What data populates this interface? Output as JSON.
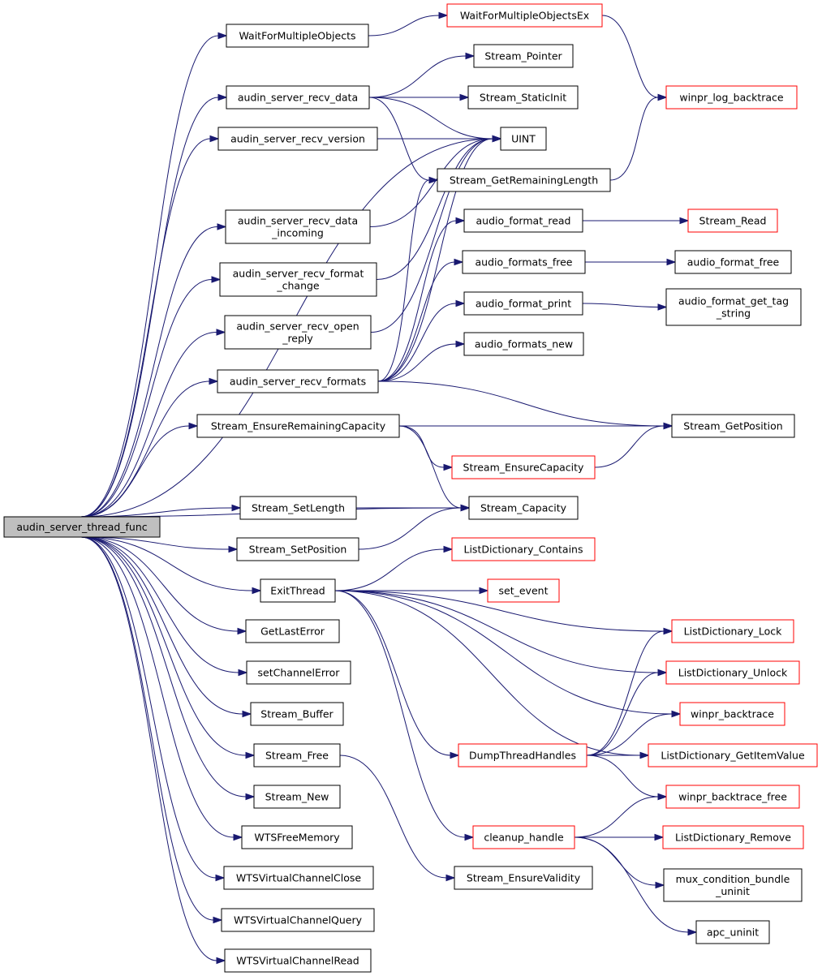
{
  "colors": {
    "edge": "#191970",
    "normal_border": "#000000",
    "truncated_border": "#ff0000",
    "root_fill": "#bfbfbf",
    "node_fill": "#ffffff"
  },
  "nodes": [
    {
      "id": "root",
      "lines": [
        "audin_server_thread_func"
      ],
      "style": "root"
    },
    {
      "id": "wfmo",
      "lines": [
        "WaitForMultipleObjects"
      ],
      "style": "normal"
    },
    {
      "id": "wfmoex",
      "lines": [
        "WaitForMultipleObjectsEx"
      ],
      "style": "truncated"
    },
    {
      "id": "wlb",
      "lines": [
        "winpr_log_backtrace"
      ],
      "style": "truncated"
    },
    {
      "id": "asrd",
      "lines": [
        "audin_server_recv_data"
      ],
      "style": "normal"
    },
    {
      "id": "sptr",
      "lines": [
        "Stream_Pointer"
      ],
      "style": "normal"
    },
    {
      "id": "ssi",
      "lines": [
        "Stream_StaticInit"
      ],
      "style": "normal"
    },
    {
      "id": "asrv",
      "lines": [
        "audin_server_recv_version"
      ],
      "style": "normal"
    },
    {
      "id": "uint",
      "lines": [
        "UINT"
      ],
      "style": "normal"
    },
    {
      "id": "sgrl",
      "lines": [
        "Stream_GetRemainingLength"
      ],
      "style": "normal"
    },
    {
      "id": "asrdi",
      "lines": [
        "audin_server_recv_data",
        "_incoming"
      ],
      "style": "normal"
    },
    {
      "id": "afr",
      "lines": [
        "audio_format_read"
      ],
      "style": "normal"
    },
    {
      "id": "sread",
      "lines": [
        "Stream_Read"
      ],
      "style": "truncated"
    },
    {
      "id": "asrfc",
      "lines": [
        "audin_server_recv_format",
        "_change"
      ],
      "style": "normal"
    },
    {
      "id": "afsfree",
      "lines": [
        "audio_formats_free"
      ],
      "style": "normal"
    },
    {
      "id": "affree",
      "lines": [
        "audio_format_free"
      ],
      "style": "normal"
    },
    {
      "id": "asror",
      "lines": [
        "audin_server_recv_open",
        "_reply"
      ],
      "style": "normal"
    },
    {
      "id": "afp",
      "lines": [
        "audio_format_print"
      ],
      "style": "normal"
    },
    {
      "id": "afgts",
      "lines": [
        "audio_format_get_tag",
        "_string"
      ],
      "style": "normal"
    },
    {
      "id": "afnew",
      "lines": [
        "audio_formats_new"
      ],
      "style": "normal"
    },
    {
      "id": "asrf",
      "lines": [
        "audin_server_recv_formats"
      ],
      "style": "normal"
    },
    {
      "id": "serc",
      "lines": [
        "Stream_EnsureRemainingCapacity"
      ],
      "style": "normal"
    },
    {
      "id": "sgp",
      "lines": [
        "Stream_GetPosition"
      ],
      "style": "normal"
    },
    {
      "id": "sec",
      "lines": [
        "Stream_EnsureCapacity"
      ],
      "style": "truncated"
    },
    {
      "id": "ssl",
      "lines": [
        "Stream_SetLength"
      ],
      "style": "normal"
    },
    {
      "id": "scap",
      "lines": [
        "Stream_Capacity"
      ],
      "style": "normal"
    },
    {
      "id": "ssp",
      "lines": [
        "Stream_SetPosition"
      ],
      "style": "normal"
    },
    {
      "id": "ldc",
      "lines": [
        "ListDictionary_Contains"
      ],
      "style": "truncated"
    },
    {
      "id": "exitt",
      "lines": [
        "ExitThread"
      ],
      "style": "normal"
    },
    {
      "id": "setev",
      "lines": [
        "set_event"
      ],
      "style": "truncated"
    },
    {
      "id": "gle",
      "lines": [
        "GetLastError"
      ],
      "style": "normal"
    },
    {
      "id": "ldl",
      "lines": [
        "ListDictionary_Lock"
      ],
      "style": "truncated"
    },
    {
      "id": "sce",
      "lines": [
        "setChannelError"
      ],
      "style": "normal"
    },
    {
      "id": "ldu",
      "lines": [
        "ListDictionary_Unlock"
      ],
      "style": "truncated"
    },
    {
      "id": "sbuf",
      "lines": [
        "Stream_Buffer"
      ],
      "style": "normal"
    },
    {
      "id": "wbt",
      "lines": [
        "winpr_backtrace"
      ],
      "style": "truncated"
    },
    {
      "id": "sfree",
      "lines": [
        "Stream_Free"
      ],
      "style": "normal"
    },
    {
      "id": "dth",
      "lines": [
        "DumpThreadHandles"
      ],
      "style": "truncated"
    },
    {
      "id": "ldgiv",
      "lines": [
        "ListDictionary_GetItemValue"
      ],
      "style": "truncated"
    },
    {
      "id": "snew",
      "lines": [
        "Stream_New"
      ],
      "style": "normal"
    },
    {
      "id": "wbtf",
      "lines": [
        "winpr_backtrace_free"
      ],
      "style": "truncated"
    },
    {
      "id": "wtsfm",
      "lines": [
        "WTSFreeMemory"
      ],
      "style": "normal"
    },
    {
      "id": "ch",
      "lines": [
        "cleanup_handle"
      ],
      "style": "truncated"
    },
    {
      "id": "ldr",
      "lines": [
        "ListDictionary_Remove"
      ],
      "style": "truncated"
    },
    {
      "id": "wtsvcc",
      "lines": [
        "WTSVirtualChannelClose"
      ],
      "style": "normal"
    },
    {
      "id": "sev",
      "lines": [
        "Stream_EnsureValidity"
      ],
      "style": "normal"
    },
    {
      "id": "mcbu",
      "lines": [
        "mux_condition_bundle",
        "_uninit"
      ],
      "style": "normal"
    },
    {
      "id": "wtsvcq",
      "lines": [
        "WTSVirtualChannelQuery"
      ],
      "style": "normal"
    },
    {
      "id": "apcu",
      "lines": [
        "apc_uninit"
      ],
      "style": "normal"
    },
    {
      "id": "wtsvcr",
      "lines": [
        "WTSVirtualChannelRead"
      ],
      "style": "normal"
    }
  ],
  "edges": [
    [
      "root",
      "wfmo"
    ],
    [
      "root",
      "asrd"
    ],
    [
      "root",
      "asrv"
    ],
    [
      "root",
      "uint"
    ],
    [
      "root",
      "asrdi"
    ],
    [
      "root",
      "asrfc"
    ],
    [
      "root",
      "asror"
    ],
    [
      "root",
      "asrf"
    ],
    [
      "root",
      "serc"
    ],
    [
      "root",
      "scap"
    ],
    [
      "root",
      "ssl"
    ],
    [
      "root",
      "ssp"
    ],
    [
      "root",
      "exitt"
    ],
    [
      "root",
      "gle"
    ],
    [
      "root",
      "sce"
    ],
    [
      "root",
      "sbuf"
    ],
    [
      "root",
      "sfree"
    ],
    [
      "root",
      "snew"
    ],
    [
      "root",
      "wtsfm"
    ],
    [
      "root",
      "wtsvcc"
    ],
    [
      "root",
      "wtsvcq"
    ],
    [
      "root",
      "wtsvcr"
    ],
    [
      "wfmo",
      "wfmoex"
    ],
    [
      "wfmoex",
      "wlb"
    ],
    [
      "asrd",
      "sptr"
    ],
    [
      "asrd",
      "ssi"
    ],
    [
      "asrd",
      "uint"
    ],
    [
      "asrd",
      "sgrl"
    ],
    [
      "asrv",
      "uint"
    ],
    [
      "asrdi",
      "uint"
    ],
    [
      "asrfc",
      "uint"
    ],
    [
      "asror",
      "uint"
    ],
    [
      "asrf",
      "uint"
    ],
    [
      "asrf",
      "sgrl"
    ],
    [
      "asrf",
      "afr"
    ],
    [
      "asrf",
      "afsfree"
    ],
    [
      "asrf",
      "afp"
    ],
    [
      "asrf",
      "afnew"
    ],
    [
      "asrf",
      "sgp"
    ],
    [
      "sgrl",
      "wlb"
    ],
    [
      "afr",
      "sread"
    ],
    [
      "afsfree",
      "affree"
    ],
    [
      "afp",
      "afgts"
    ],
    [
      "serc",
      "sgp"
    ],
    [
      "serc",
      "sec"
    ],
    [
      "serc",
      "scap"
    ],
    [
      "sec",
      "sgp"
    ],
    [
      "ssl",
      "scap"
    ],
    [
      "ssp",
      "scap"
    ],
    [
      "exitt",
      "ldc"
    ],
    [
      "exitt",
      "setev"
    ],
    [
      "exitt",
      "ldl"
    ],
    [
      "exitt",
      "ldu"
    ],
    [
      "exitt",
      "wbt"
    ],
    [
      "exitt",
      "dth"
    ],
    [
      "exitt",
      "ldgiv"
    ],
    [
      "exitt",
      "ch"
    ],
    [
      "dth",
      "ldl"
    ],
    [
      "dth",
      "ldu"
    ],
    [
      "dth",
      "wbt"
    ],
    [
      "dth",
      "ldgiv"
    ],
    [
      "dth",
      "wbtf"
    ],
    [
      "ch",
      "wbtf"
    ],
    [
      "ch",
      "ldr"
    ],
    [
      "ch",
      "mcbu"
    ],
    [
      "ch",
      "apcu"
    ],
    [
      "sfree",
      "sev"
    ]
  ]
}
